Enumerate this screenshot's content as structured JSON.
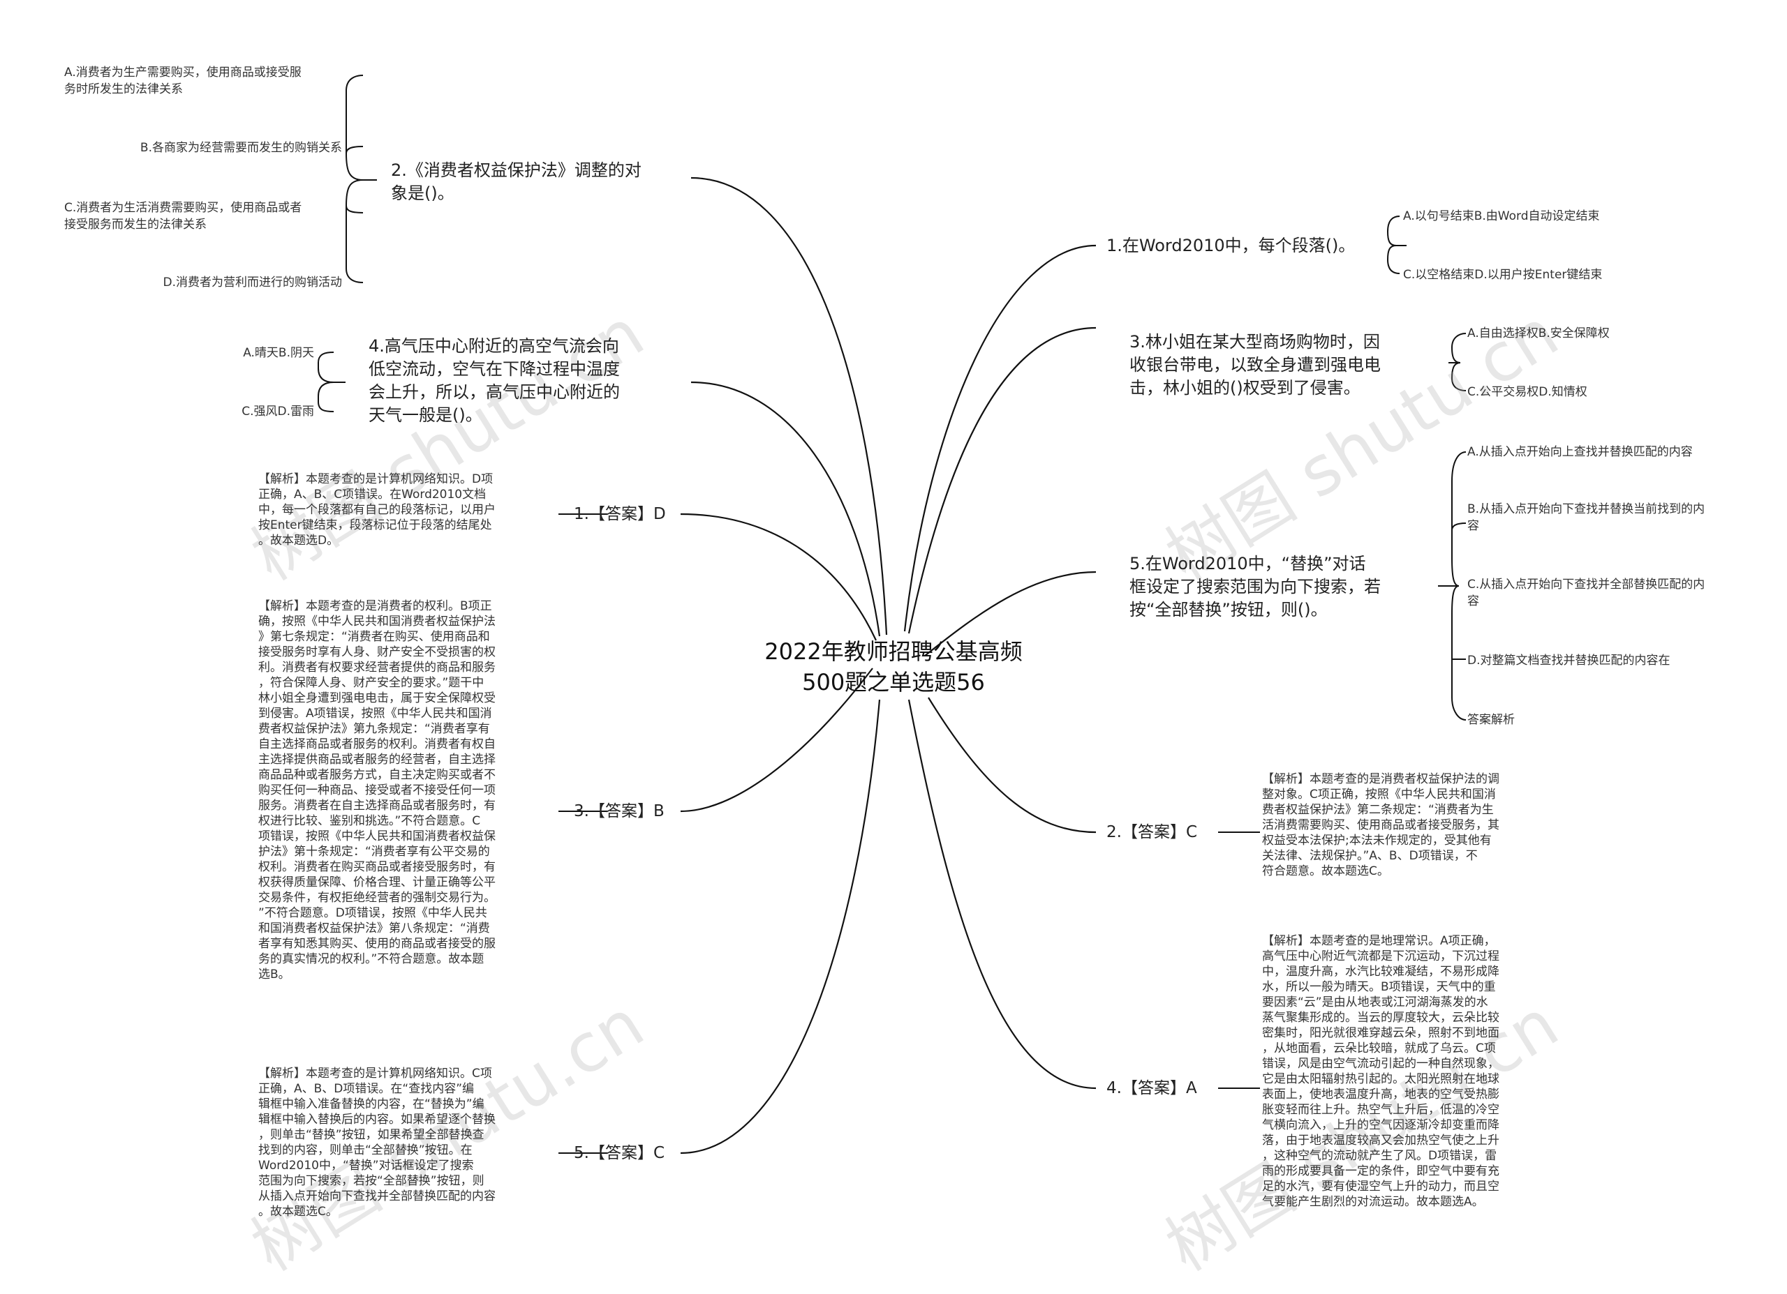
{
  "center": {
    "title": "2022年教师招聘公基高频\n500题之单选题56"
  },
  "left": {
    "q2": {
      "text": "2.《消费者权益保护法》调整的对\n象是()。",
      "options": [
        "A.消费者为生产需要购买，使用商品或接受服\n务时所发生的法律关系",
        "B.各商家为经营需要而发生的购销关系",
        "C.消费者为生活消费需要购买，使用商品或者\n接受服务而发生的法律关系",
        "D.消费者为营利而进行的购销活动"
      ]
    },
    "q4": {
      "text": "4.高气压中心附近的高空气流会向\n低空流动，空气在下降过程中温度\n会上升，所以，高气压中心附近的\n天气一般是()。",
      "options": [
        "A.晴天B.阴天",
        "C.强风D.雷雨"
      ]
    },
    "a1": {
      "label": "1.【答案】D",
      "explanation": "【解析】本题考查的是计算机网络知识。D项\n正确，A、B、C项错误。在Word2010文档\n中，每一个段落都有自己的段落标记，以用户\n按Enter键结束，段落标记位于段落的结尾处\n。故本题选D。"
    },
    "a3": {
      "label": "3.【答案】B",
      "explanation": "【解析】本题考查的是消费者的权利。B项正\n确，按照《中华人民共和国消费者权益保护法\n》第七条规定：“消费者在购买、使用商品和\n接受服务时享有人身、财产安全不受损害的权\n利。消费者有权要求经营者提供的商品和服务\n，符合保障人身、财产安全的要求。”题干中\n林小姐全身遭到强电电击，属于安全保障权受\n到侵害。A项错误，按照《中华人民共和国消\n费者权益保护法》第九条规定：“消费者享有\n自主选择商品或者服务的权利。消费者有权自\n主选择提供商品或者服务的经营者，自主选择\n商品品种或者服务方式，自主决定购买或者不\n购买任何一种商品、接受或者不接受任何一项\n服务。消费者在自主选择商品或者服务时，有\n权进行比较、鉴别和挑选。”不符合题意。C\n项错误，按照《中华人民共和国消费者权益保\n护法》第十条规定：“消费者享有公平交易的\n权利。消费者在购买商品或者接受服务时，有\n权获得质量保障、价格合理、计量正确等公平\n交易条件，有权拒绝经营者的强制交易行为。\n”不符合题意。D项错误，按照《中华人民共\n和国消费者权益保护法》第八条规定：“消费\n者享有知悉其购买、使用的商品或者接受的服\n务的真实情况的权利。”不符合题意。故本题\n选B。"
    },
    "a5": {
      "label": "5.【答案】C",
      "explanation": "【解析】本题考查的是计算机网络知识。C项\n正确，A、B、D项错误。在“查找内容”编\n辑框中输入准备替换的内容，在“替换为”编\n辑框中输入替换后的内容。如果希望逐个替换\n，则单击“替换”按钮，如果希望全部替换查\n找到的内容，则单击“全部替换”按钮。在\nWord2010中，“替换”对话框设定了搜索\n范围为向下搜索，若按“全部替换”按钮，则\n从插入点开始向下查找并全部替换匹配的内容\n。故本题选C。"
    }
  },
  "right": {
    "q1": {
      "text": "1.在Word2010中，每个段落()。",
      "options": [
        "A.以句号结束B.由Word自动设定结束",
        "C.以空格结束D.以用户按Enter键结束"
      ]
    },
    "q3": {
      "text": "3.林小姐在某大型商场购物时，因\n收银台带电，以致全身遭到强电电\n击，林小姐的()权受到了侵害。",
      "options": [
        "A.自由选择权B.安全保障权",
        "C.公平交易权D.知情权"
      ]
    },
    "q5": {
      "text": "5.在Word2010中，“替换”对话\n框设定了搜索范围为向下搜索，若\n按“全部替换”按钮，则()。",
      "options": [
        "A.从插入点开始向上查找并替换匹配的内容",
        "B.从插入点开始向下查找并替换当前找到的内\n容",
        "C.从插入点开始向下查找并全部替换匹配的内\n容",
        "D.对整篇文档查找并替换匹配的内容在",
        "答案解析"
      ]
    },
    "a2": {
      "label": "2.【答案】C",
      "explanation": "【解析】本题考查的是消费者权益保护法的调\n整对象。C项正确，按照《中华人民共和国消\n费者权益保护法》第二条规定：“消费者为生\n活消费需要购买、使用商品或者接受服务，其\n权益受本法保护;本法未作规定的，受其他有\n关法律、法规保护。”A、B、D项错误，不\n符合题意。故本题选C。"
    },
    "a4": {
      "label": "4.【答案】A",
      "explanation": "【解析】本题考查的是地理常识。A项正确，\n高气压中心附近气流都是下沉运动，下沉过程\n中，温度升高，水汽比较难凝结，不易形成降\n水，所以一般为晴天。B项错误，天气中的重\n要因素“云”是由从地表或江河湖海蒸发的水\n蒸气聚集形成的。当云的厚度较大，云朵比较\n密集时，阳光就很难穿越云朵，照射不到地面\n，从地面看，云朵比较暗，就成了乌云。C项\n错误，风是由空气流动引起的一种自然现象，\n它是由太阳辐射热引起的。太阳光照射在地球\n表面上，使地表温度升高，地表的空气受热膨\n胀变轻而往上升。热空气上升后，低温的冷空\n气横向流入，上升的空气因逐渐冷却变重而降\n落，由于地表温度较高又会加热空气使之上升\n，这种空气的流动就产生了风。D项错误，雷\n雨的形成要具备一定的条件，即空气中要有充\n足的水汽，要有使湿空气上升的动力，而且空\n气要能产生剧烈的对流运动。故本题选A。"
    }
  },
  "watermark": "树图 shutu.cn"
}
